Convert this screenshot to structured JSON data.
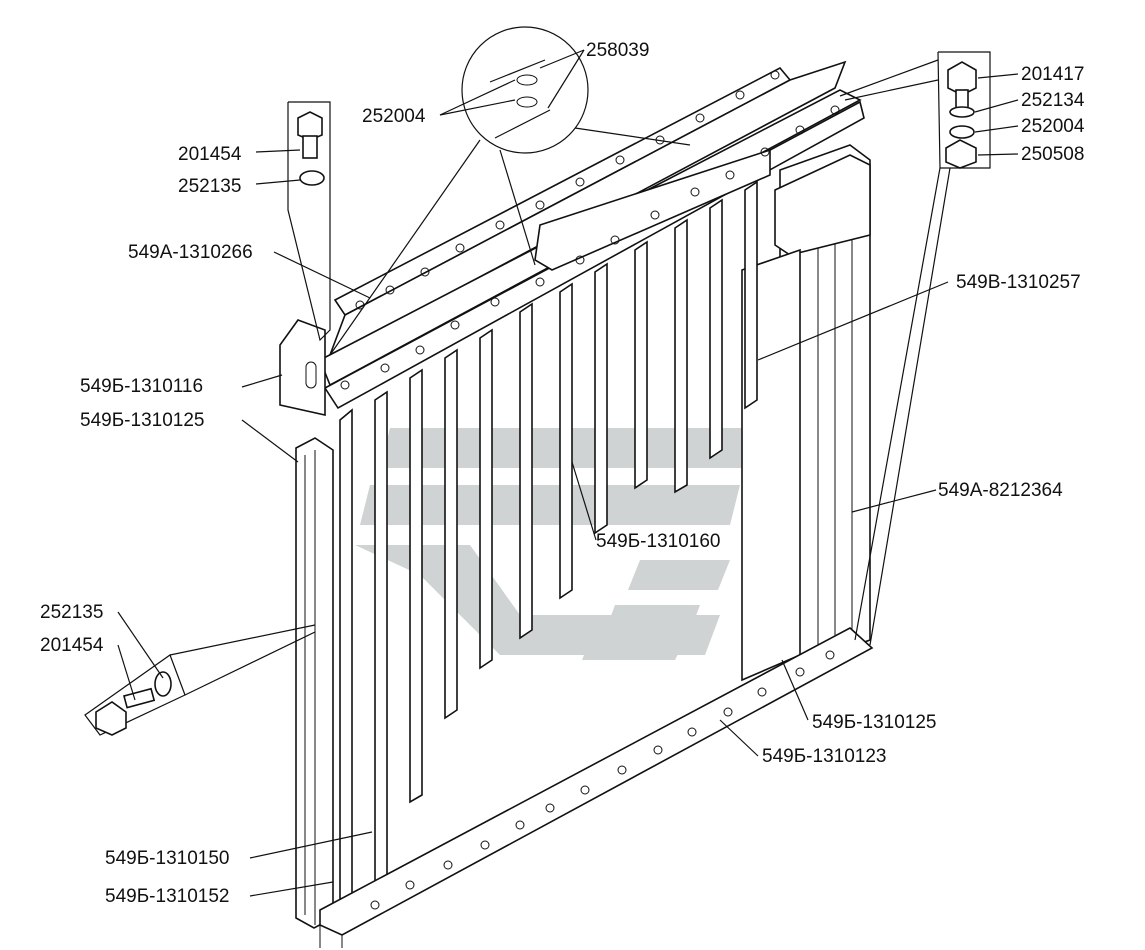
{
  "colors": {
    "line": "#111111",
    "watermark": "#cfd3d4",
    "background": "#ffffff"
  },
  "labels": {
    "l258039": "258039",
    "l252004_top": "252004",
    "l201454_top": "201454",
    "l252135_top": "252135",
    "l549A_1310266": "549А-1310266",
    "l549B_1310116": "549Б-1310116",
    "l549B_1310125_left": "549Б-1310125",
    "l201417": "201417",
    "l252134": "252134",
    "l252004_right": "252004",
    "l250508": "250508",
    "l549V_1310257": "549В-1310257",
    "l549A_8212364": "549А-8212364",
    "l549B_1310160": "549Б-1310160",
    "l252135_bottom": "252135",
    "l201454_bottom": "201454",
    "l549B_1310125_right": "549Б-1310125",
    "l549B_1310123": "549Б-1310123",
    "l549B_1310150": "549Б-1310150",
    "l549B_1310152": "549Б-1310152"
  }
}
